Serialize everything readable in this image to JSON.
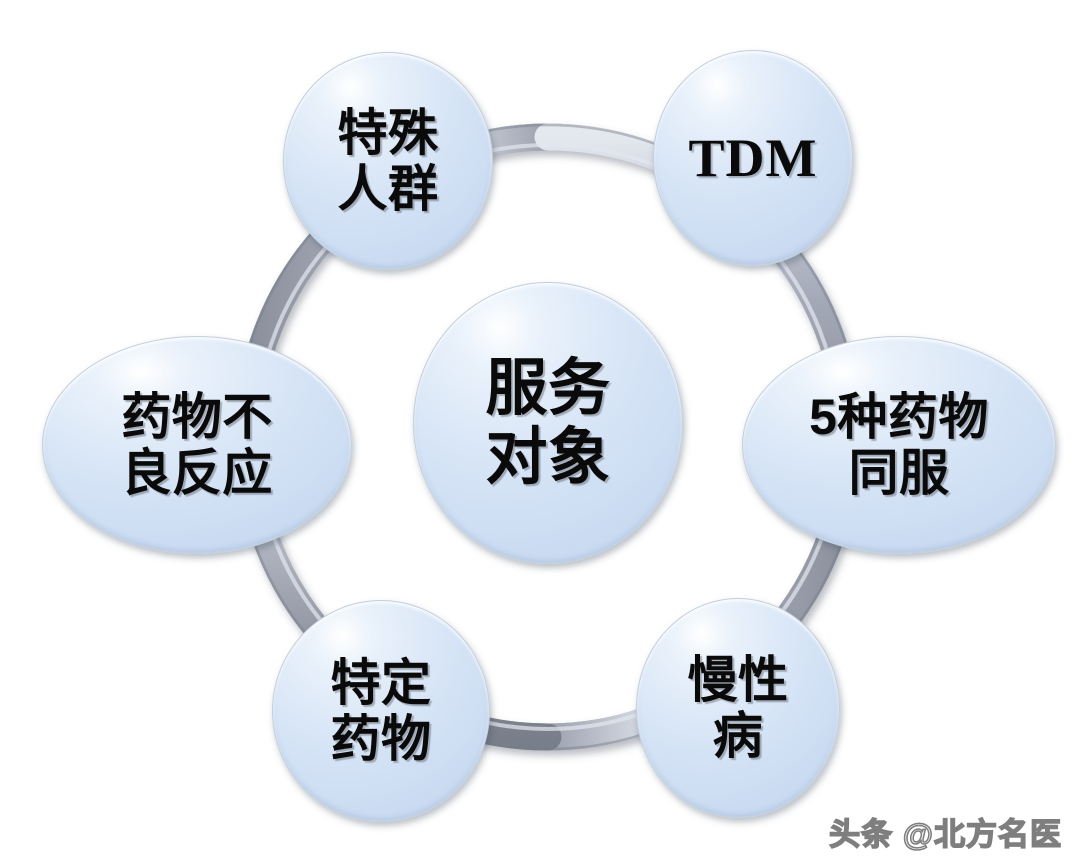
{
  "diagram": {
    "title": "服务对象",
    "type": "radial-cycle",
    "ring": {
      "name": "connector-ring",
      "color_light": "#cdd2dc",
      "color_mid": "#9ea3b0",
      "color_dark": "#7e8492"
    },
    "palette": {
      "bubble_fill_light": "#eaf2fb",
      "bubble_fill_mid": "#d6e4f6",
      "bubble_fill_deep": "#bdd1ec",
      "bubble_border": "#c2cfdd",
      "text": "#0a0a0a",
      "background": "#ffffff"
    },
    "center": {
      "id": "center",
      "label": "服务\n对象",
      "shape": "circle"
    },
    "nodes": [
      {
        "id": "special-population",
        "label": "特殊\n人群",
        "shape": "circle",
        "position": "top-left"
      },
      {
        "id": "tdm",
        "label": "TDM",
        "shape": "circle",
        "position": "top-right"
      },
      {
        "id": "polypharmacy",
        "label": "5种药物\n同服",
        "shape": "ellipse",
        "position": "right"
      },
      {
        "id": "chronic-disease",
        "label": "慢性\n病",
        "shape": "circle",
        "position": "bottom-right"
      },
      {
        "id": "specific-drug",
        "label": "特定\n药物",
        "shape": "circle",
        "position": "bottom-left"
      },
      {
        "id": "adverse-drug-reaction",
        "label": "药物不\n良反应",
        "shape": "ellipse",
        "position": "left"
      }
    ]
  },
  "watermark": {
    "text": "头条 @北方名医"
  }
}
